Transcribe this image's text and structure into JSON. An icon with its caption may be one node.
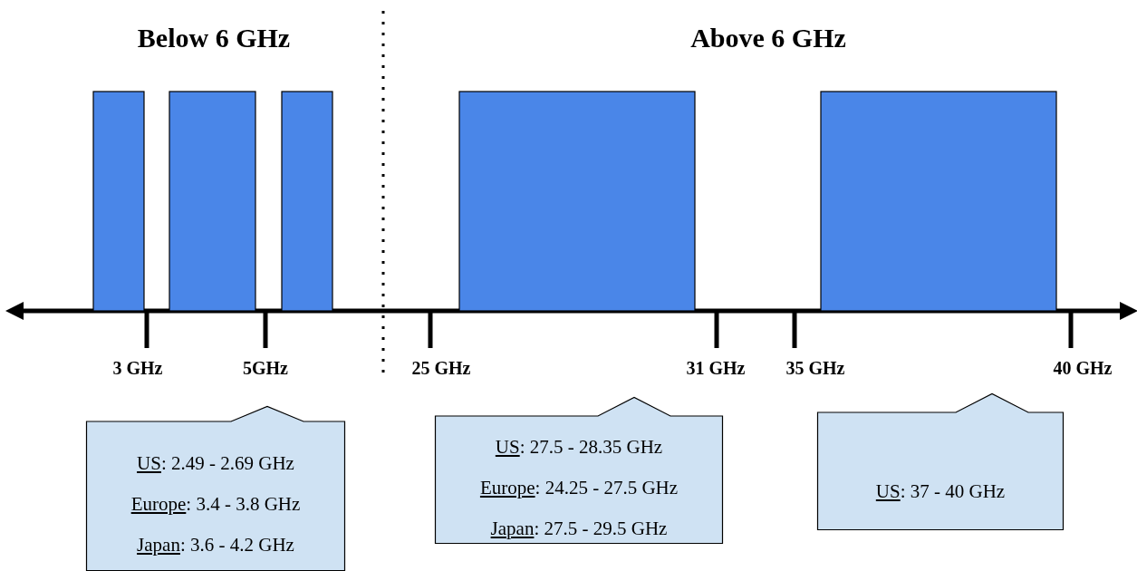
{
  "diagram": {
    "nodes": [
      {
        "text": [],
        "shape": "bar"
      },
      {
        "text": [],
        "shape": "bar"
      },
      {
        "text": [],
        "shape": "bar"
      },
      {
        "text": [],
        "shape": "bar"
      },
      {
        "text": [],
        "shape": "bar"
      },
      {
        "text": [
          "US: 2.49 - 2.69 GHz",
          "Europe: 3.4 - 3.8 GHz",
          "Japan: 3.6 - 4.2 GHz"
        ]
      },
      {
        "text": [
          "US: 27.5 - 28.35 GHz",
          "Europe: 24.25 - 27.5 GHz",
          "Japan: 27.5 - 29.5 GHz"
        ]
      },
      {
        "text": [
          "US: 37 - 40 GHz"
        ]
      }
    ],
    "labels": [
      "Below 6 GHz",
      "Above 6 GHz",
      "3 GHz",
      "5GHz",
      "25 GHz",
      "31 GHz",
      "35 GHz",
      "40 GHz"
    ]
  }
}
